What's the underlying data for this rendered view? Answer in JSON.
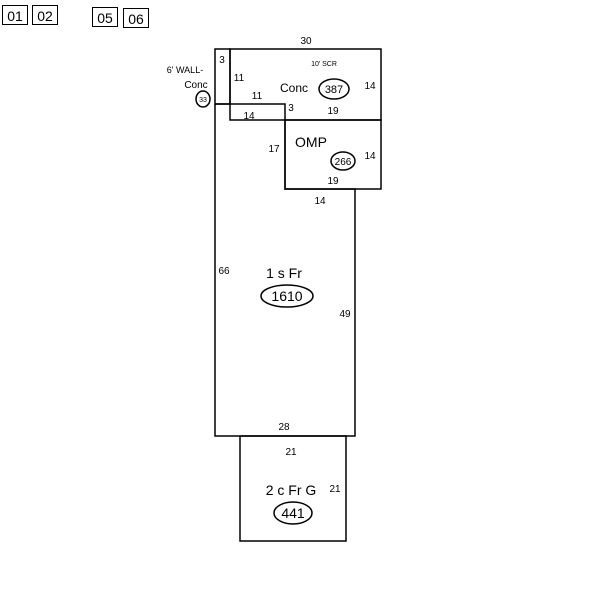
{
  "tabs": [
    "01",
    "02",
    "05",
    "06"
  ],
  "labels": {
    "wall_note": "6' WALL-",
    "wall_material": "Conc",
    "wall_area": "33",
    "screen_note": "10' SCR",
    "patio_label": "Conc",
    "patio_area": "387",
    "porch_label": "OMP",
    "porch_area": "266",
    "house_label": "1 s Fr",
    "house_area": "1610",
    "garage_label": "2 c Fr G",
    "garage_area": "441"
  },
  "dimensions": {
    "top_width": "30",
    "wall_top": "3",
    "wall_side": "11",
    "wall_bottom": "11",
    "jog_small": "3",
    "patio_right": "14",
    "patio_bottom": "19",
    "house_top": "14",
    "porch_left": "17",
    "porch_right": "14",
    "porch_bottom": "19",
    "house_right_top": "14",
    "house_left": "66",
    "house_right": "49",
    "house_bottom": "28",
    "garage_top": "21",
    "garage_right": "21"
  }
}
